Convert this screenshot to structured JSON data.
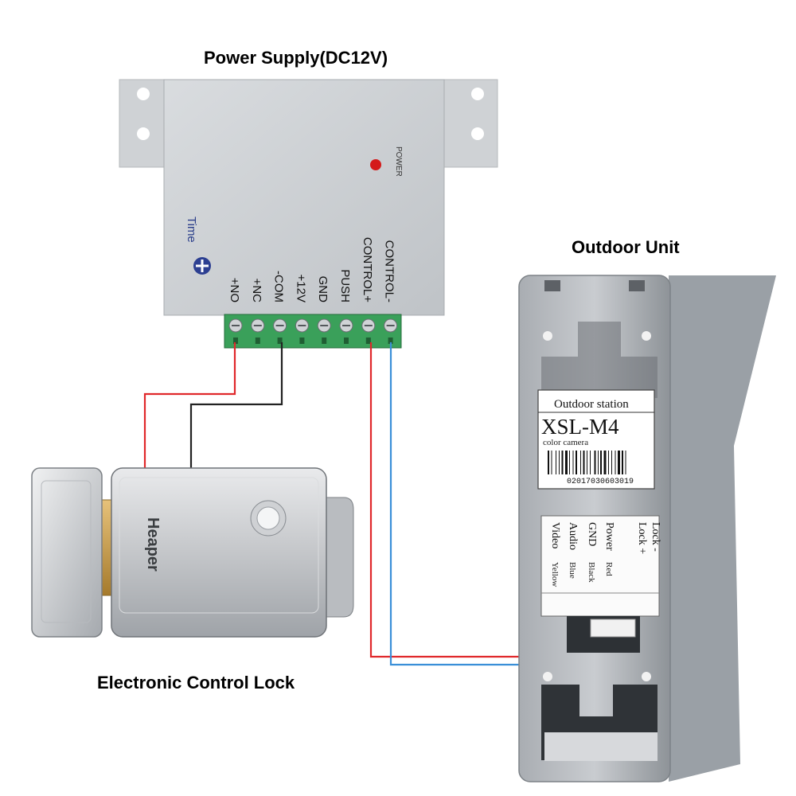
{
  "labels": {
    "power_supply": "Power Supply(DC12V)",
    "outdoor_unit": "Outdoor Unit",
    "lock": "Electronic Control Lock"
  },
  "power_supply": {
    "power_led_label": "POWER",
    "time_label": "Time",
    "terminals": [
      "+NO",
      "+NC",
      "-COM",
      "+12V",
      "GND",
      "PUSH",
      "CONTROL+",
      "CONTROL-"
    ],
    "led_color": "#d41a1a",
    "terminal_block_color": "#3aa05a"
  },
  "lock": {
    "brand": "Heaper"
  },
  "outdoor_unit": {
    "sticker_header": "Outdoor station",
    "model": "XSL-M4",
    "subtitle": "color camera",
    "serial": "02017030603019",
    "pin_labels": [
      "Lock -",
      "Lock +",
      "Power",
      "GND",
      "Audio",
      "Video"
    ],
    "wire_colors": [
      "Red",
      "Black",
      "Blue",
      "Yellow"
    ]
  },
  "wires": {
    "red": "#e0282b",
    "black": "#222222",
    "blue": "#3a8fd8"
  }
}
